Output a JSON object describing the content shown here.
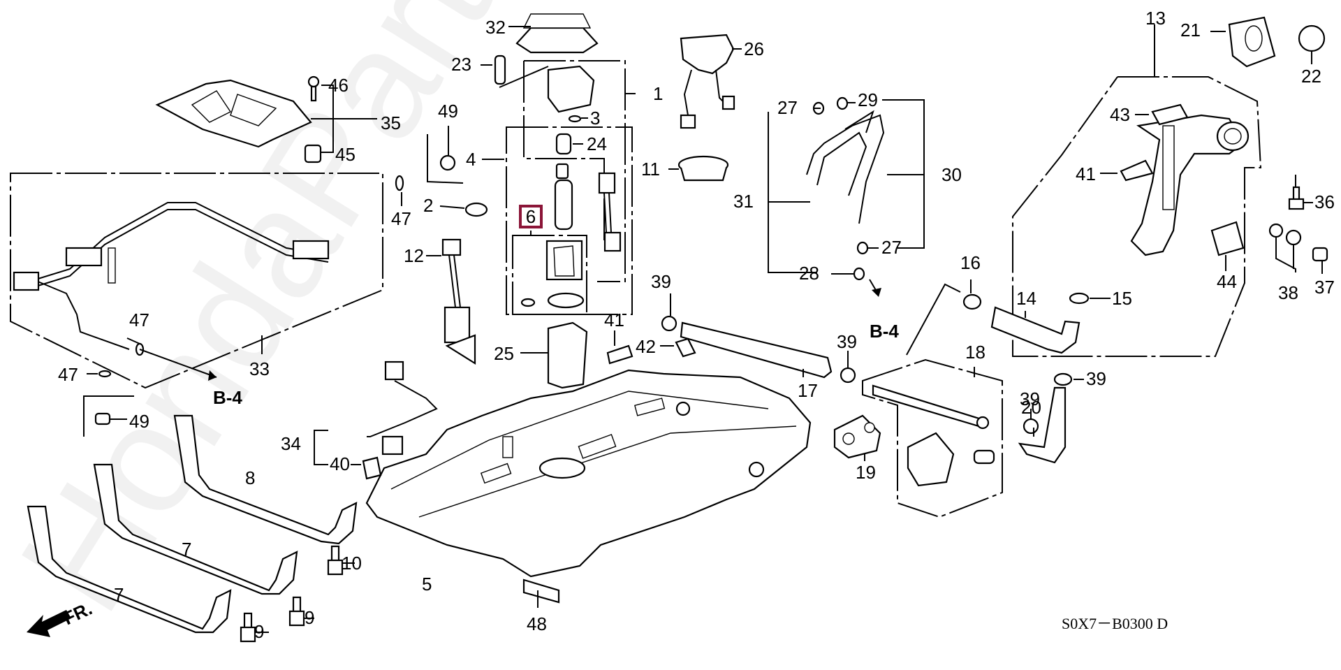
{
  "diagram": {
    "title_code": "S0X7－B0300 D",
    "watermark": "HondaPartNumbers",
    "direction_label": "FR.",
    "highlight_color": "#8b1538",
    "highlighted_part": "6",
    "refs": {
      "b4_a": "B-4",
      "b4_b": "B-4"
    },
    "callouts": {
      "c1": "1",
      "c2": "2",
      "c3": "3",
      "c4": "4",
      "c5": "5",
      "c6": "6",
      "c7a": "7",
      "c7b": "7",
      "c8": "8",
      "c9a": "9",
      "c9b": "9",
      "c10": "10",
      "c11": "11",
      "c12": "12",
      "c13": "13",
      "c14": "14",
      "c15": "15",
      "c16": "16",
      "c17": "17",
      "c18": "18",
      "c19": "19",
      "c20": "20",
      "c21": "21",
      "c22": "22",
      "c23": "23",
      "c24": "24",
      "c25": "25",
      "c26": "26",
      "c27a": "27",
      "c27b": "27",
      "c28": "28",
      "c29": "29",
      "c30": "30",
      "c31": "31",
      "c32": "32",
      "c33": "33",
      "c34": "34",
      "c35": "35",
      "c36": "36",
      "c37": "37",
      "c38": "38",
      "c39a": "39",
      "c39b": "39",
      "c39c": "39",
      "c39d": "39",
      "c40": "40",
      "c41a": "41",
      "c41b": "41",
      "c42": "42",
      "c43": "43",
      "c44": "44",
      "c45": "45",
      "c46": "46",
      "c47a": "47",
      "c47b": "47",
      "c47c": "47",
      "c48": "48",
      "c49a": "49",
      "c49b": "49"
    }
  }
}
